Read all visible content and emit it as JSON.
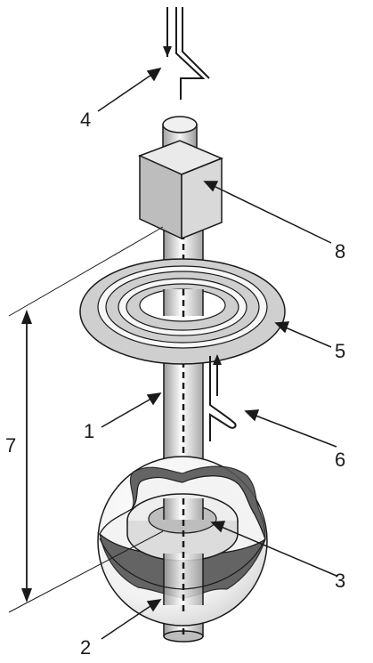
{
  "diagram": {
    "labels": {
      "one": "1",
      "two": "2",
      "three": "3",
      "four": "4",
      "five": "5",
      "six": "6",
      "seven": "7",
      "eight": "8"
    },
    "colors": {
      "stroke": "#1a1a1a",
      "shaft_light": "#f2f2f2",
      "shaft_mid": "#c8c8c8",
      "shaft_dark": "#8c8c8c",
      "ring_fill": "#cfcfcf",
      "ring_band": "#f7f7f7",
      "cube_front": "#bdbdbd",
      "cube_side": "#d9d9d9",
      "cube_top": "#eaeaea",
      "sphere_band": "#555555"
    }
  }
}
